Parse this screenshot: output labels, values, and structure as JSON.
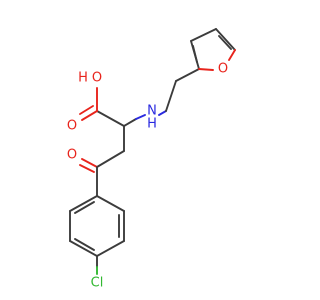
{
  "molecule": {
    "atoms": {
      "hydroxyl_o": "O",
      "hydroxyl_h": "H",
      "carbonyl_o_acid": "O",
      "amine_n": "N",
      "amine_h": "H",
      "ketone_o": "O",
      "furan_o": "O",
      "chlorine": "Cl"
    },
    "colors": {
      "carbon_bond": "#3c3c3c",
      "oxygen": "#e8241c",
      "nitrogen": "#2a2ae0",
      "chlorine": "#32b832",
      "background": "#ffffff"
    }
  }
}
